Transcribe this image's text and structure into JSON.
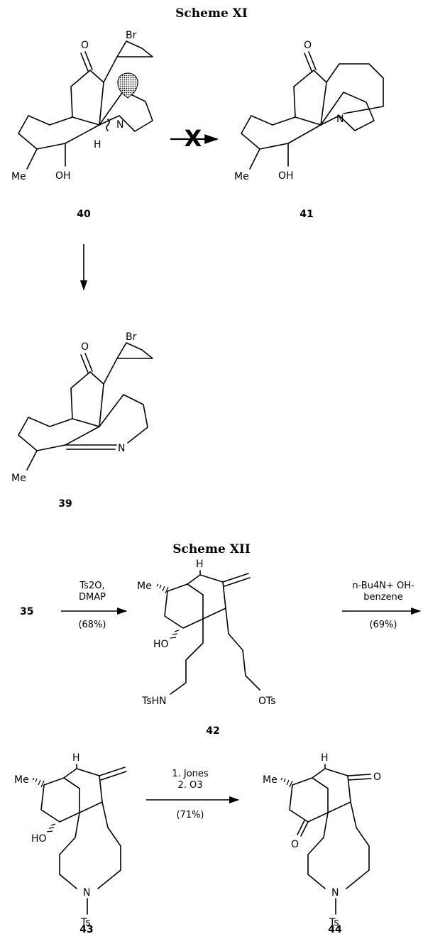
{
  "scheme_xi": {
    "title": "Scheme XI",
    "cmpd_40": {
      "label": "40",
      "atoms": {
        "o": "O",
        "br": "Br",
        "n": "N",
        "h": "H",
        "me": "Me",
        "oh": "OH"
      }
    },
    "cmpd_41": {
      "label": "41",
      "atoms": {
        "o": "O",
        "n": "N",
        "me": "Me",
        "oh": "OH"
      }
    },
    "cmpd_39": {
      "label": "39",
      "atoms": {
        "o": "O",
        "br": "Br",
        "n": "N",
        "me": "Me"
      }
    },
    "blocked_mark": "X"
  },
  "scheme_xii": {
    "title": "Scheme XII",
    "cmpd_35": {
      "label": "35"
    },
    "step1": {
      "line1": "Ts2O,",
      "line2": "DMAP",
      "yield": "(68%)"
    },
    "cmpd_42": {
      "label": "42",
      "atoms": {
        "me": "Me",
        "h": "H",
        "ho": "HO",
        "tshn": "TsHN",
        "ots": "OTs"
      }
    },
    "step2": {
      "line1": "n-Bu4N+ OH-",
      "line2": "benzene",
      "yield": "(69%)"
    },
    "cmpd_43": {
      "label": "43",
      "atoms": {
        "me": "Me",
        "h": "H",
        "ho": "HO",
        "n": "N",
        "ts": "Ts"
      }
    },
    "step3": {
      "line1": "1. Jones",
      "line2": "2. O3",
      "yield": "(71%)"
    },
    "cmpd_44": {
      "label": "44",
      "atoms": {
        "me": "Me",
        "h": "H",
        "o1": "O",
        "o2": "O",
        "n": "N",
        "ts": "Ts"
      }
    }
  }
}
